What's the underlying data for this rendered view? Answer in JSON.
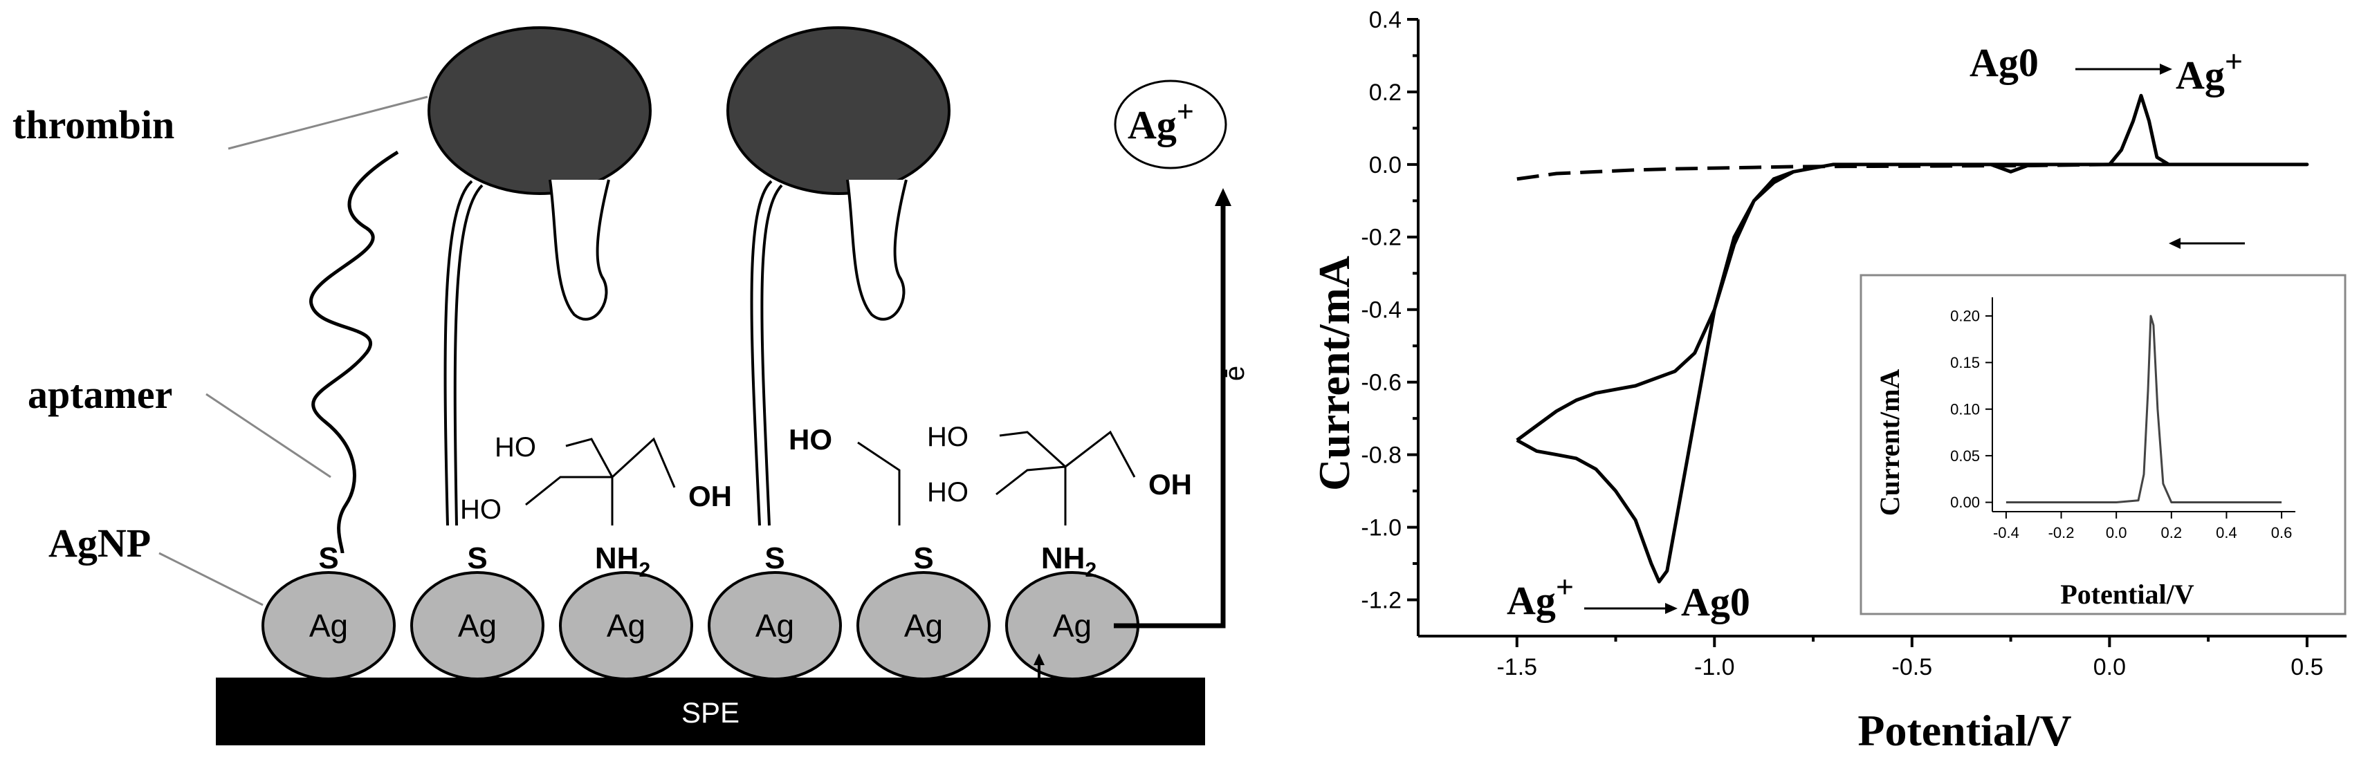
{
  "scheme": {
    "labels": {
      "thrombin": "thrombin",
      "aptamer": "aptamer",
      "agnp": "AgNP",
      "ag_ion_base": "Ag",
      "ag_ion_sup": "+",
      "electron": "ē",
      "spe": "SPE"
    },
    "particles": [
      {
        "label": "Ag",
        "attachment": "S"
      },
      {
        "label": "Ag",
        "attachment": "S"
      },
      {
        "label": "Ag",
        "attachment": "NH2"
      },
      {
        "label": "Ag",
        "attachment": "S"
      },
      {
        "label": "Ag",
        "attachment": "S"
      },
      {
        "label": "Ag",
        "attachment": "NH2"
      }
    ],
    "chem": {
      "s": "S",
      "nh": "NH",
      "sub2": "2",
      "ho": "HO",
      "oh": "OH"
    }
  },
  "chart_data": {
    "type": "line",
    "xlabel": "Potential/V",
    "ylabel": "Current/mA",
    "xlim": [
      -1.75,
      0.6
    ],
    "ylim": [
      -1.3,
      0.4
    ],
    "x_ticks": [
      "-1.5",
      "-1.0",
      "-0.5",
      "0.0",
      "0.5"
    ],
    "x_tick_values": [
      -1.5,
      -1.0,
      -0.5,
      0.0,
      0.5
    ],
    "y_ticks": [
      "0.4",
      "0.2",
      "0.0",
      "-0.2",
      "-0.4",
      "-0.6",
      "-0.8",
      "-1.0",
      "-1.2"
    ],
    "y_tick_values": [
      0.4,
      0.2,
      0.0,
      -0.2,
      -0.4,
      -0.6,
      -0.8,
      -1.0,
      -1.2
    ],
    "annotations": {
      "oxidation": {
        "from": "Ag0",
        "to_base": "Ag",
        "to_sup": "+"
      },
      "reduction": {
        "from_base": "Ag",
        "from_sup": "+",
        "to": "Ag0"
      }
    },
    "series": [
      {
        "style": "solid",
        "x": [
          -1.5,
          -1.45,
          -1.4,
          -1.35,
          -1.3,
          -1.25,
          -1.2,
          -1.16,
          -1.14,
          -1.12,
          -1.1,
          -1.05,
          -1.0,
          -0.95,
          -0.9,
          -0.85,
          -0.8,
          -0.75,
          -0.7,
          -0.5,
          -0.3,
          -0.25,
          -0.2,
          0.0,
          0.03,
          0.06,
          0.08,
          0.1,
          0.12,
          0.15,
          0.2,
          0.5,
          0.5,
          0.0,
          -0.5,
          -0.7,
          -0.75,
          -0.8,
          -0.85,
          -0.9,
          -0.95,
          -1.0,
          -1.05,
          -1.1,
          -1.15,
          -1.2,
          -1.25,
          -1.3,
          -1.35,
          -1.4,
          -1.45,
          -1.5
        ],
        "y": [
          -0.76,
          -0.79,
          -0.8,
          -0.81,
          -0.84,
          -0.9,
          -0.98,
          -1.1,
          -1.15,
          -1.12,
          -1.0,
          -0.7,
          -0.4,
          -0.2,
          -0.1,
          -0.05,
          -0.02,
          -0.01,
          0.0,
          0.0,
          0.0,
          -0.02,
          0.0,
          0.0,
          0.04,
          0.12,
          0.19,
          0.12,
          0.02,
          0.0,
          0.0,
          0.0,
          0.0,
          0.0,
          0.0,
          0.0,
          -0.01,
          -0.02,
          -0.04,
          -0.1,
          -0.22,
          -0.4,
          -0.52,
          -0.57,
          -0.59,
          -0.61,
          -0.62,
          -0.63,
          -0.65,
          -0.68,
          -0.72,
          -0.76
        ]
      },
      {
        "style": "dashed",
        "x": [
          -1.5,
          -1.4,
          -1.3,
          -1.2,
          -1.1,
          -1.0,
          -0.9,
          -0.8,
          -0.6,
          -0.4,
          -0.2,
          0.0
        ],
        "y": [
          -0.04,
          -0.025,
          -0.02,
          -0.015,
          -0.012,
          -0.01,
          -0.008,
          -0.006,
          -0.005,
          -0.004,
          -0.003,
          0.0
        ]
      }
    ],
    "scan_arrow": "←",
    "inset": {
      "type": "line",
      "xlabel": "Potential/V",
      "ylabel": "Current/mA",
      "xlim": [
        -0.45,
        0.65
      ],
      "ylim": [
        -0.01,
        0.22
      ],
      "x_ticks": [
        "-0.4",
        "-0.2",
        "0.0",
        "0.2",
        "0.4",
        "0.6"
      ],
      "x_tick_values": [
        -0.4,
        -0.2,
        0.0,
        0.2,
        0.4,
        0.6
      ],
      "y_ticks": [
        "0.20",
        "0.15",
        "0.10",
        "0.05",
        "0.00"
      ],
      "y_tick_values": [
        0.2,
        0.15,
        0.1,
        0.05,
        0.0
      ],
      "x": [
        -0.4,
        -0.2,
        0.0,
        0.08,
        0.1,
        0.115,
        0.125,
        0.135,
        0.15,
        0.17,
        0.2,
        0.4,
        0.6
      ],
      "y": [
        0.0,
        0.0,
        0.0,
        0.002,
        0.03,
        0.12,
        0.2,
        0.19,
        0.1,
        0.02,
        0.0,
        0.0,
        0.0
      ]
    }
  }
}
